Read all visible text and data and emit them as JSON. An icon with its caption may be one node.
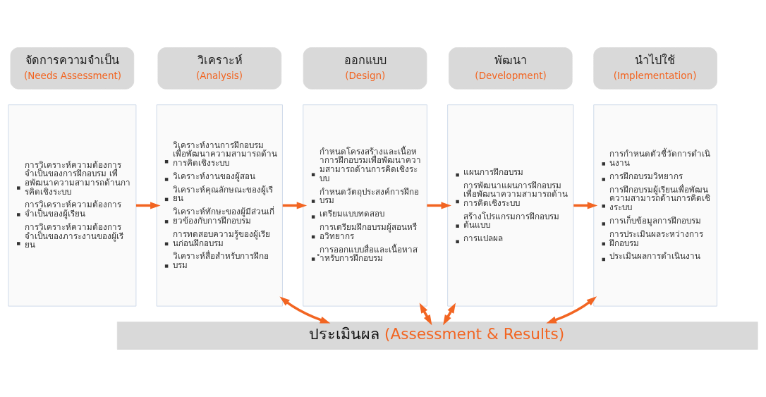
{
  "diagram": {
    "nodes": [
      {
        "text": [
          "จัดการความจำเป็น",
          "(Needs Assessment)"
        ]
      },
      {
        "text": [
          "การวิเคราะห์ความต้องการจำเป็นของการฝึกอบรม เพื่อพัฒนาความสามารถด้านการคิดเชิงระบบ",
          "การวิเคราะห์ความต้องการจำเป็นของผู้เรียน",
          "การวิเคราะห์ความต้องการจำเป็นของภาระงานของผู้เรียน"
        ]
      },
      {
        "text": [
          "วิเคราะห์",
          "(Analysis)"
        ]
      },
      {
        "text": [
          "วิเคราะห์งานการฝึกอบรม เพื่อพัฒนาความสามารถด้านการคิดเชิงระบบ",
          "วิเคราะห์งานของผู้สอน",
          "วิเคราะห์คุณลักษณะของผู้เรียน",
          "วิเคราะห์ทักษะของผู้มีส่วนเกี่ยวข้องกับการฝึกอบรม",
          "การทดสอบความรู้ของผู้เรียนก่อนฝึกอบรม",
          "วิเคราะห์สื่อสำหรับการฝึกอบรม"
        ]
      },
      {
        "text": [
          "ออกแบบ",
          "(Design)"
        ]
      },
      {
        "text": [
          "กำหนดโครงสร้างและเนื้อหาการฝึกอบรมเพื่อพัฒนาความสามารถด้านการคิดเชิงระบบ",
          "กำหนดวัตถุประสงค์การฝึกอบรม",
          "เตรียมแบบทดสอบ",
          "การเตรียมฝึกอบรมผู้สอนหรือวิทยากร",
          "การออกแบบสื่อและเนื้อหาสำหรับการฝึกอบรม"
        ]
      },
      {
        "text": [
          "พัฒนา",
          "(Development)"
        ]
      },
      {
        "text": [
          "แผนการฝึกอบรม",
          "การพัฒนาแผนการฝึกอบรม เพื่อพัฒนาความสามารถด้านการคิดเชิงระบบ",
          "สร้างโปรแกรมการฝึกอบรมต้นแบบ",
          "การแปลผล"
        ]
      },
      {
        "text": [
          "นำไปใช้",
          "(Implementation)"
        ]
      },
      {
        "text": [
          "การกำหนดตัวชี้วัดการดำเนินงาน",
          "การฝึกอบรมวิทยากร",
          "การฝึกอบรมผู้เรียนเพื่อพัฒนความสามารถด้านการคิดเชิงระบบ",
          "การเก็บข้อมูลการฝึกอบรม",
          "การประเมินผลระหว่างการฝึกอบรม",
          "ประเมินผลการดำเนินงาน"
        ]
      },
      {
        "text": [
          "ประเมินผล",
          "(Assessment & Results)"
        ]
      }
    ],
    "edges": [
      {
        "from": 1,
        "to": 3,
        "arrow": "to"
      },
      {
        "from": 3,
        "to": 5,
        "arrow": "to"
      },
      {
        "from": 5,
        "to": 7,
        "arrow": "to"
      },
      {
        "from": 7,
        "to": 9,
        "arrow": "to"
      },
      {
        "from": 3,
        "to": 10,
        "arrow": "both"
      },
      {
        "from": 5,
        "to": 10,
        "arrow": "both"
      },
      {
        "from": 7,
        "to": 10,
        "arrow": "both"
      },
      {
        "from": 9,
        "to": 10,
        "arrow": "both"
      }
    ]
  }
}
